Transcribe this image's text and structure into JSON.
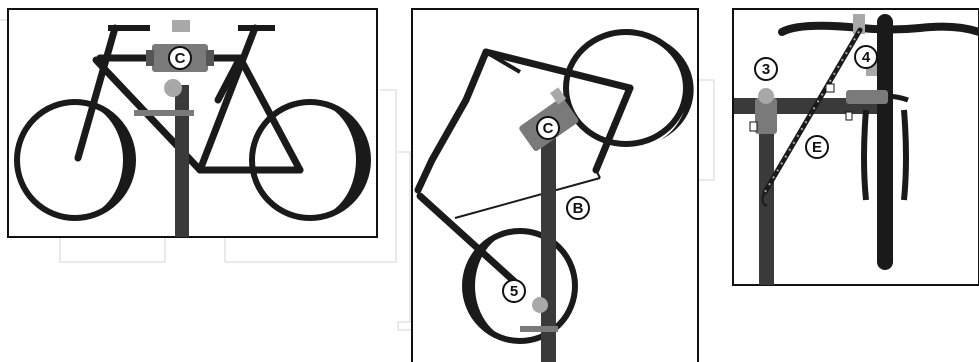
{
  "panels": [
    {
      "id": "left",
      "callouts": [
        {
          "label": "C"
        }
      ]
    },
    {
      "id": "middle",
      "callouts": [
        {
          "label": "C"
        },
        {
          "label": "B"
        },
        {
          "label": "5"
        }
      ]
    },
    {
      "id": "right",
      "callouts": [
        {
          "label": "3"
        },
        {
          "label": "4"
        },
        {
          "label": "E"
        }
      ]
    }
  ],
  "colors": {
    "frame": "#1a1a1a",
    "stand_post": "#3a3a3a",
    "clamp": "#7a7a7a",
    "clamp_light": "#a8a8a8",
    "panel_border": "#111111",
    "background_steps": "#d6d6d6"
  },
  "icons": [
    "bicycle-icon",
    "repair-stand-icon",
    "clamp-icon",
    "handlebar-icon",
    "fork-icon",
    "steering-tie-icon"
  ]
}
